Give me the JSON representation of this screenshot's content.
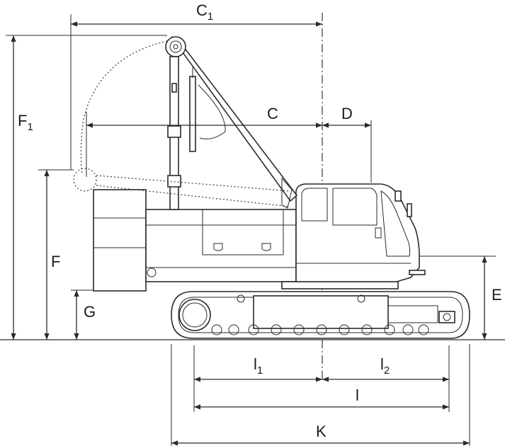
{
  "dimensions": {
    "C1": {
      "main": "C",
      "sub": "1"
    },
    "C": {
      "main": "C",
      "sub": ""
    },
    "D": {
      "main": "D",
      "sub": ""
    },
    "F1": {
      "main": "F",
      "sub": "1"
    },
    "F": {
      "main": "F",
      "sub": ""
    },
    "G": {
      "main": "G",
      "sub": ""
    },
    "E": {
      "main": "E",
      "sub": ""
    },
    "l1": {
      "main": "l",
      "sub": "1"
    },
    "l2": {
      "main": "l",
      "sub": "2"
    },
    "l": {
      "main": "l",
      "sub": ""
    },
    "K": {
      "main": "K",
      "sub": ""
    }
  }
}
